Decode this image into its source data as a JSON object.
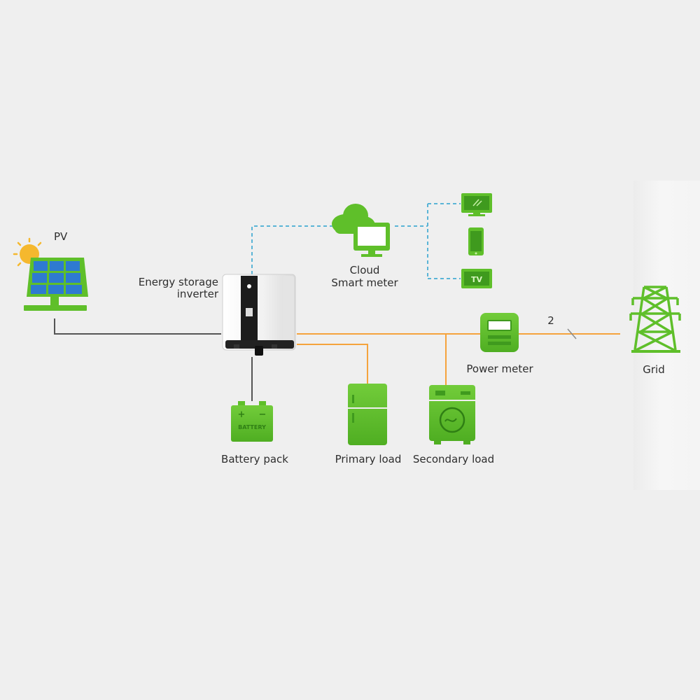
{
  "labels": {
    "pv": "PV",
    "inverter_line1": "Energy storage",
    "inverter_line2": "inverter",
    "cloud": "Cloud",
    "smart_meter": "Smart meter",
    "power_meter": "Power meter",
    "grid": "Grid",
    "battery_pack": "Battery pack",
    "primary_load": "Primary load",
    "secondary_load": "Secondary load",
    "phase_count": "2",
    "battery_text": "BATTERY",
    "battery_plus": "+",
    "battery_minus": "−",
    "tv_text": "TV"
  },
  "colors": {
    "background": "#efefef",
    "icon_green": "#5fbf2a",
    "icon_green_dark": "#3f9a1e",
    "ac_line": "#f5a33c",
    "dc_line": "#555555",
    "data_line": "#5ab4d6",
    "panel_blue": "#2e7ad1",
    "sun": "#f5b82e"
  },
  "icons": [
    "sun-icon",
    "solar-panel-icon",
    "inverter-icon",
    "cloud-icon",
    "monitor-icon",
    "laptop-icon",
    "phone-icon",
    "tv-icon",
    "power-meter-icon",
    "grid-tower-icon",
    "battery-icon",
    "refrigerator-icon",
    "washing-machine-icon"
  ]
}
